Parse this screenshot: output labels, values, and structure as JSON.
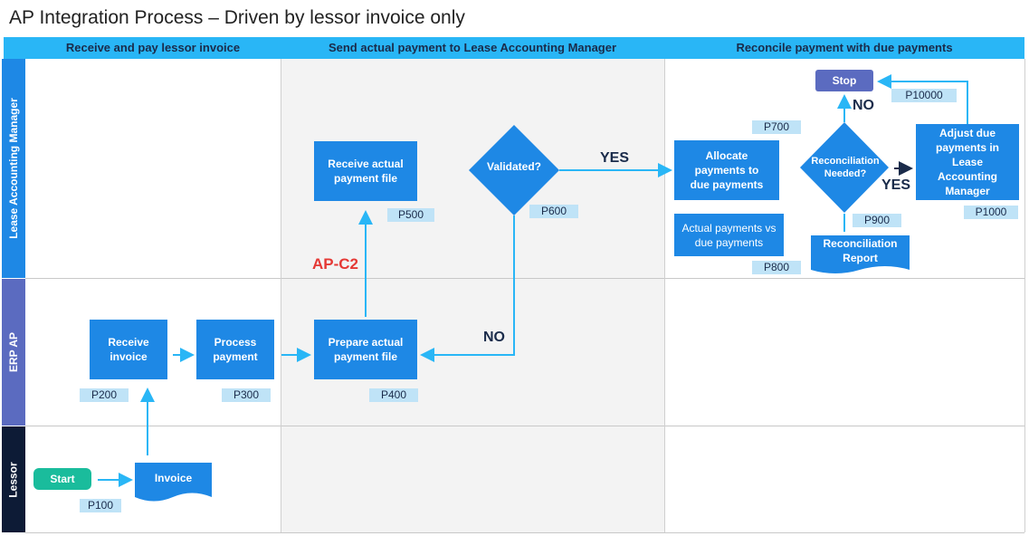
{
  "title": "AP Integration Process – Driven by lessor invoice only",
  "columns": [
    "Receive and pay lessor invoice",
    "Send actual payment to Lease Accounting Manager",
    "Reconcile payment with due payments"
  ],
  "lanes": [
    "Lease Accounting Manager",
    "ERP AP",
    "Lessor"
  ],
  "nodes": {
    "start": "Start",
    "invoice": "Invoice",
    "receive_invoice": "Receive invoice",
    "process_payment": "Process payment",
    "prepare_file": "Prepare actual payment file",
    "receive_file": "Receive actual payment file",
    "validated": "Validated?",
    "allocate": "Allocate payments to due payments",
    "actual_vs_due": "Actual payments vs due payments",
    "recon_needed": "Reconciliation Needed?",
    "recon_report": "Reconciliation Report",
    "adjust": "Adjust due payments in Lease Accounting Manager",
    "stop": "Stop"
  },
  "tags": {
    "p100": "P100",
    "p200": "P200",
    "p300": "P300",
    "p400": "P400",
    "p500": "P500",
    "p600": "P600",
    "p700": "P700",
    "p800": "P800",
    "p900": "P900",
    "p1000": "P1000",
    "p10000": "P10000"
  },
  "edge_labels": {
    "yes_validated": "YES",
    "no_validated": "NO",
    "yes_recon": "YES",
    "no_recon": "NO",
    "control": "AP-C2"
  },
  "colors": {
    "header": "#29b6f6",
    "lane_lam": "#1e88e5",
    "lane_erp": "#5b6bc0",
    "lane_lessor": "#0d1b36",
    "process": "#1e88e5",
    "start": "#1abc9c",
    "stop": "#5b6bc0",
    "arrow": "#29b6f6",
    "tag": "#bfe3f7"
  }
}
